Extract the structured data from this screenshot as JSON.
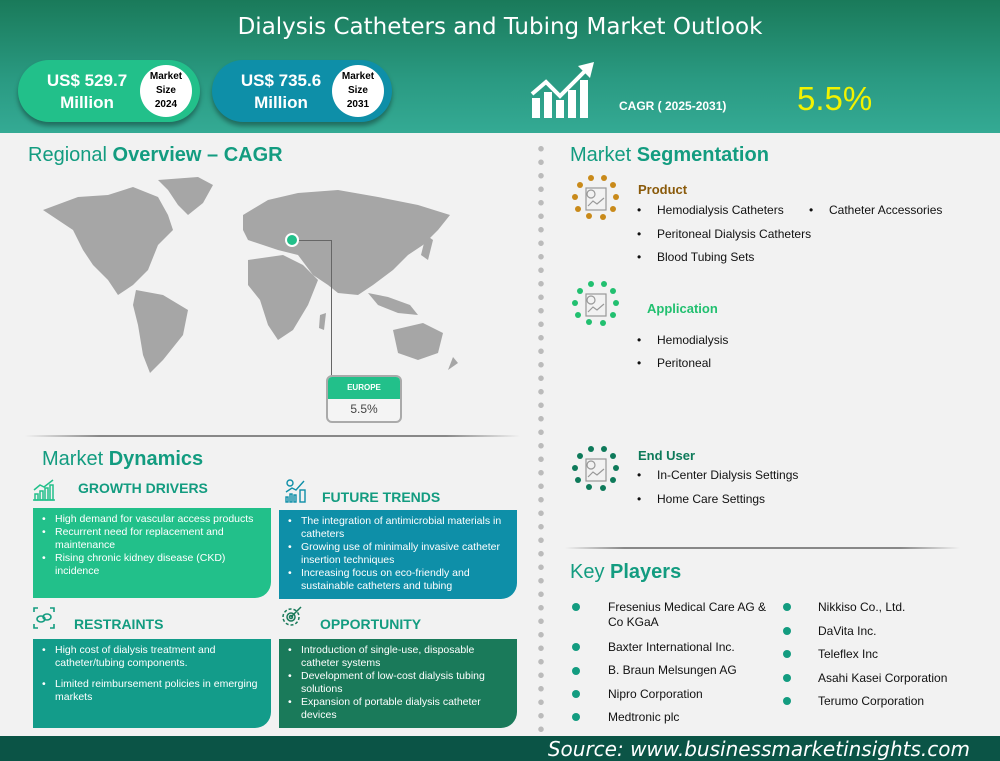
{
  "header": {
    "title": "Dialysis Catheters and Tubing Market Outlook",
    "market_size_2024": {
      "amount": "US$ 529.7",
      "unit": "Million",
      "label": [
        "Market",
        "Size",
        "2024"
      ]
    },
    "market_size_2031": {
      "amount": "US$ 735.6",
      "unit": "Million",
      "label": [
        "Market",
        "Size",
        "2031"
      ]
    },
    "cagr_label": "CAGR ( 2025-2031)",
    "cagr_value": "5.5%",
    "cagr_icon": "growth-chart-icon"
  },
  "regional": {
    "title_light": "Regional ",
    "title_bold": "Overview – CAGR",
    "region": "EUROPE",
    "region_value": "5.5%"
  },
  "dynamics": {
    "title_light": "Market ",
    "title_bold": "Dynamics",
    "growth_drivers": {
      "title": "GROWTH DRIVERS",
      "icon": "bar-growth-icon",
      "items": [
        "High demand for vascular access products",
        "Recurrent need for replacement and maintenance",
        "Rising chronic kidney disease (CKD) incidence"
      ]
    },
    "future_trends": {
      "title": "FUTURE TRENDS",
      "icon": "trend-analytics-icon",
      "items": [
        "The integration of antimicrobial materials in catheters",
        "Growing use of minimally invasive catheter insertion techniques",
        "Increasing focus on eco-friendly and sustainable catheters and tubing"
      ]
    },
    "restraints": {
      "title": "RESTRAINTS",
      "icon": "broken-link-icon",
      "items": [
        "High cost of dialysis treatment and catheter/tubing components.",
        "Limited reimbursement policies in emerging markets"
      ]
    },
    "opportunity": {
      "title": "OPPORTUNITY",
      "icon": "gear-target-icon",
      "items": [
        "Introduction of single-use, disposable catheter systems",
        "Development of low-cost dialysis tubing solutions",
        "Expansion of portable dialysis catheter devices"
      ]
    }
  },
  "segmentation": {
    "title_light": "Market ",
    "title_bold": "Segmentation",
    "product": {
      "title": "Product",
      "color": "#b07a10",
      "items": [
        "Hemodialysis Catheters",
        "Catheter Accessories",
        "Peritoneal Dialysis Catheters",
        "Blood Tubing Sets"
      ]
    },
    "application": {
      "title": "Application",
      "color": "#22c070",
      "items": [
        "Hemodialysis",
        "Peritoneal"
      ]
    },
    "end_user": {
      "title": "End User",
      "color": "#0e7a5a",
      "items": [
        "In-Center Dialysis Settings",
        "Home Care Settings"
      ]
    }
  },
  "key_players": {
    "title_light": "Key ",
    "title_bold": "Players",
    "left": [
      "Fresenius Medical Care AG & Co KGaA",
      "Baxter International Inc.",
      "B. Braun Melsungen AG",
      "Nipro Corporation",
      "Medtronic plc"
    ],
    "right": [
      "Nikkiso Co., Ltd.",
      "DaVita Inc.",
      "Teleflex Inc",
      "Asahi Kasei Corporation",
      "Terumo Corporation"
    ]
  },
  "footer": {
    "source": "Source: www.businessmarketinsights.com"
  },
  "colors": {
    "brand_green": "#139c80",
    "light_green": "#22c08a",
    "teal": "#0e8fa8",
    "dark_green": "#1a7a5a",
    "cagr_yellow": "#f2f200",
    "footer": "#0b5446"
  }
}
